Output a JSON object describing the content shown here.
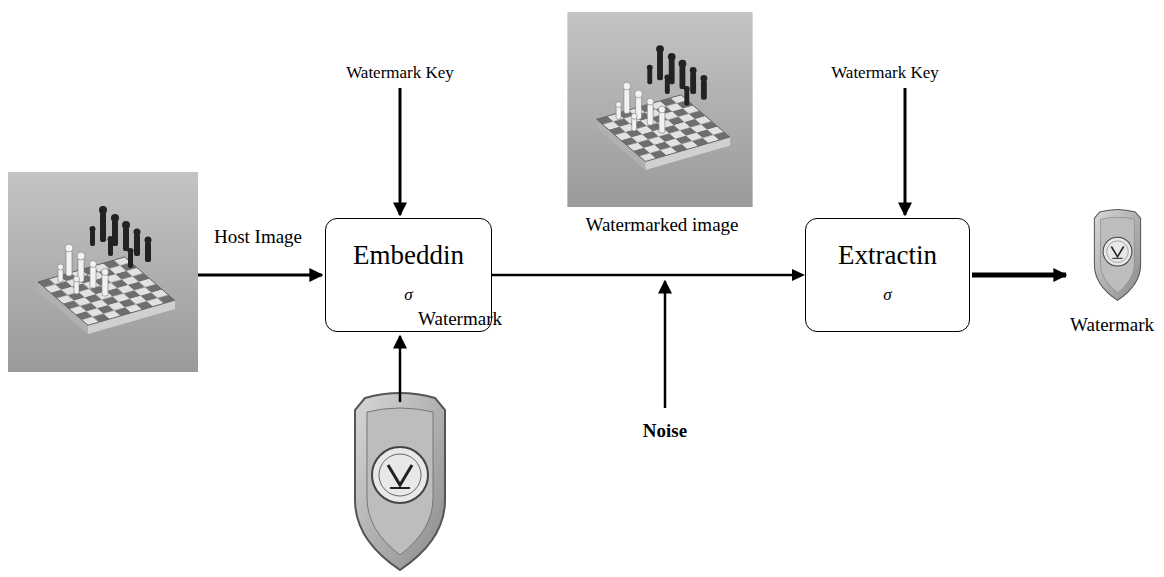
{
  "diagram": {
    "nodes": [
      {
        "text": [
          "Embeddin",
          "σ"
        ]
      },
      {
        "text": [
          "Extractin",
          "σ"
        ]
      }
    ],
    "edges": [
      {
        "from": 0,
        "to": 1,
        "arrow": "to"
      }
    ],
    "labels": [
      "Watermark Key",
      "Host Image",
      "Watermark",
      "Watermarked image",
      "Watermark Key",
      "Noise",
      "Watermark"
    ]
  }
}
